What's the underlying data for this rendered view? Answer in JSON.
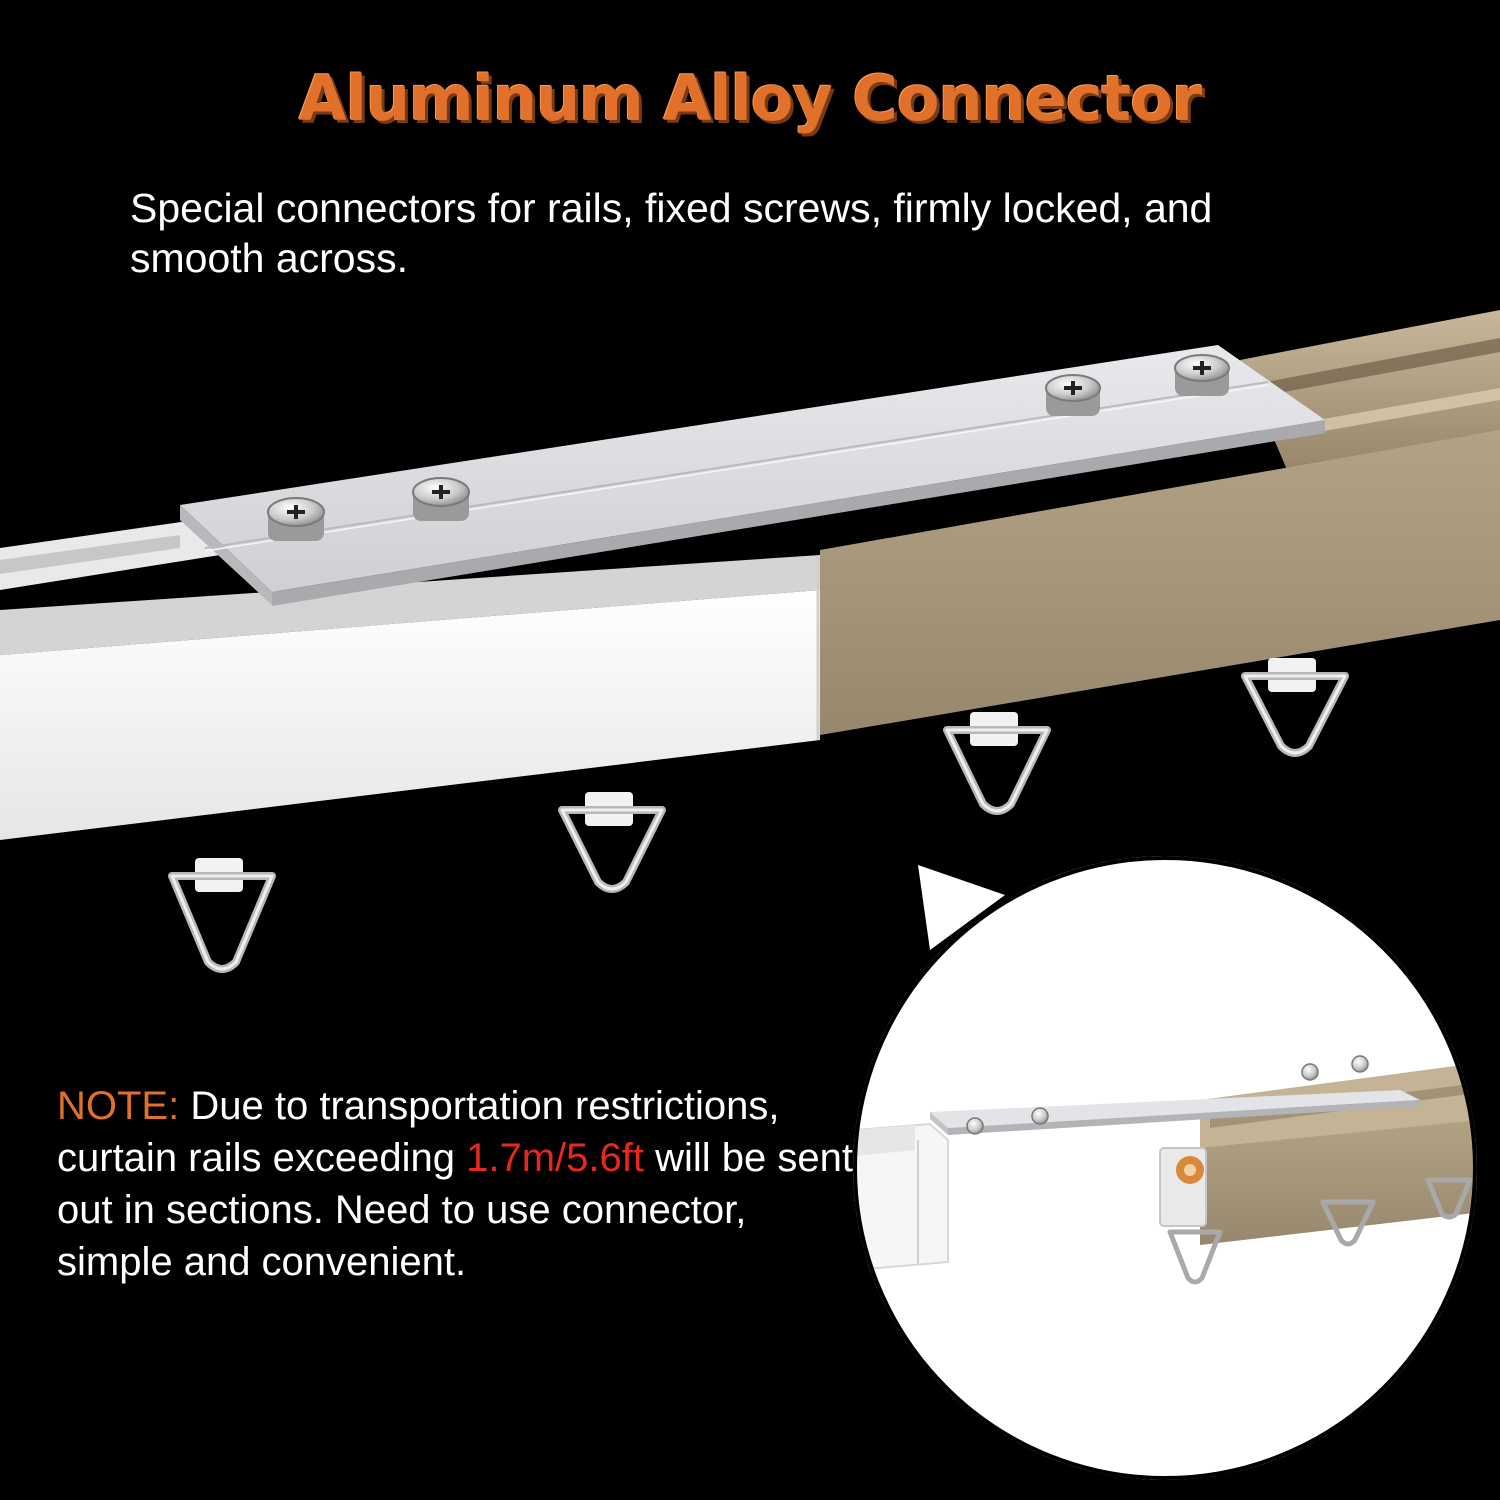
{
  "title": "Aluminum Alloy Connector",
  "subtitle": "Special connectors for rails, fixed screws, firmly locked, and smooth across.",
  "note": {
    "label": "NOTE:",
    "text_1": "Due to transportation restrictions, curtain rails exceeding",
    "size": "1.7m/5.6ft",
    "text_2": "will be sent out in sections. Need to use connector, simple and convenient."
  },
  "colors": {
    "background": "#000000",
    "title": "#e0702a",
    "note_label": "#e0702a",
    "size_highlight": "#e8281e",
    "white_rail": "#f4f4f4",
    "beige_rail": "#a59478",
    "connector": "#d9dadd"
  },
  "icons": {
    "screw": "phillips-screw-icon",
    "hook": "curtain-hook-icon"
  }
}
